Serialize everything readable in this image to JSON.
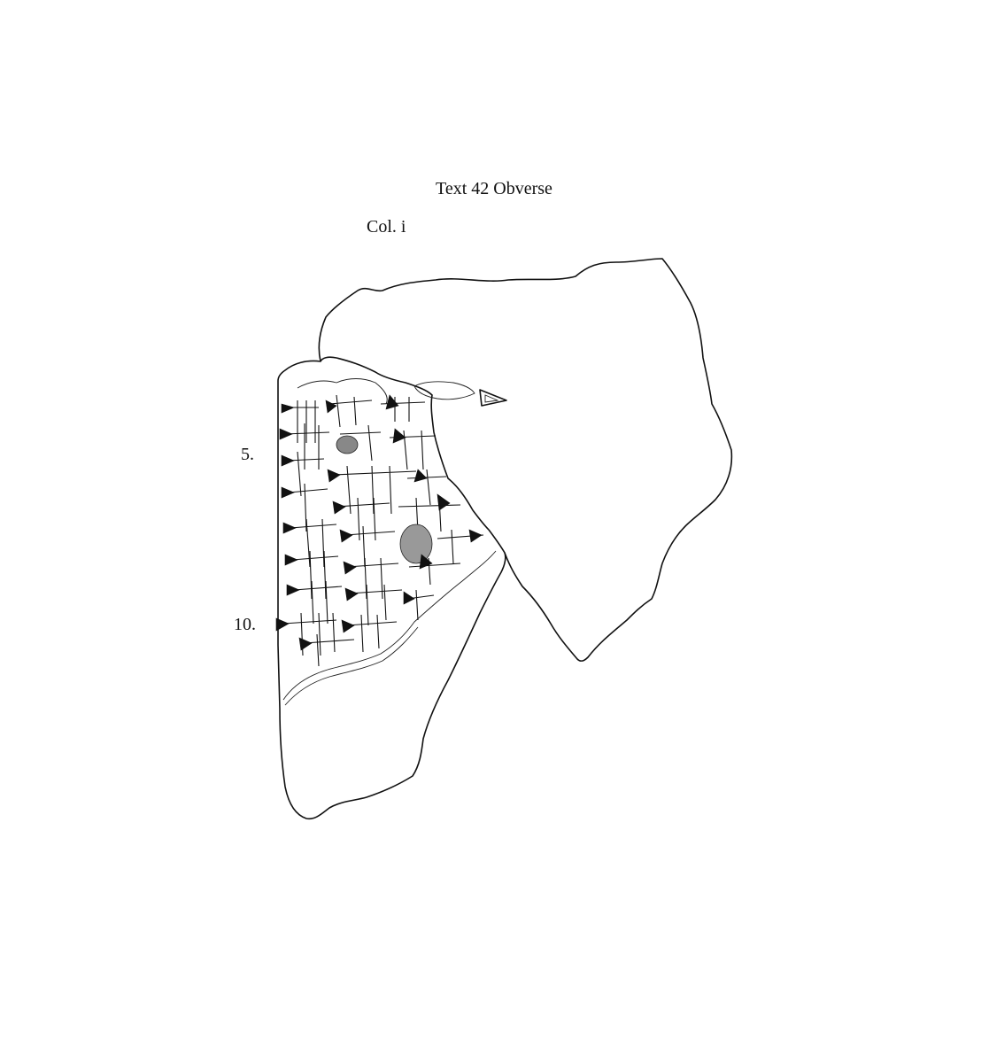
{
  "heading": {
    "title": "Text 42 Obverse",
    "column": "Col. i"
  },
  "line_numbers": {
    "five": "5.",
    "ten": "10."
  }
}
